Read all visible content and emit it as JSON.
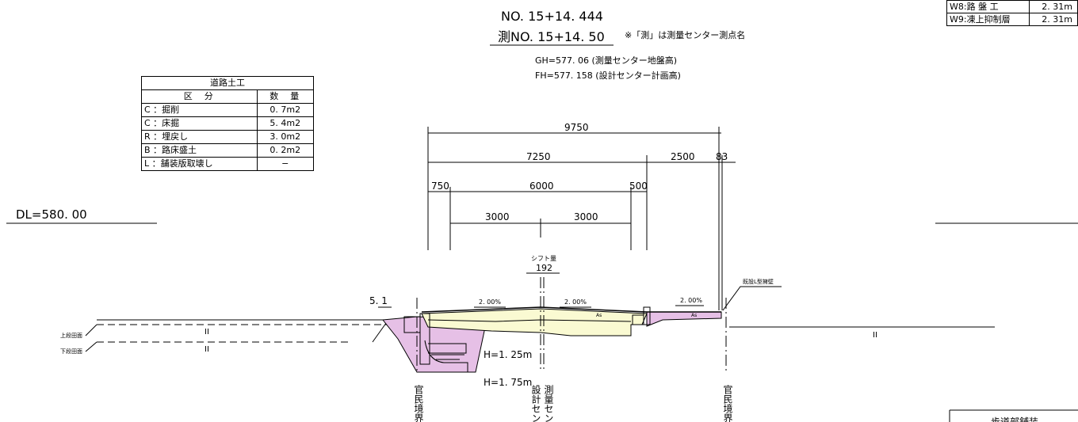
{
  "header": {
    "station": "NO. 15+14. 444",
    "survey_station": "測NO. 15+14. 50",
    "survey_note": "※「測」は測量センター測点名",
    "gh": "GH=577. 06 (測量センター地盤高)",
    "fh": "FH=577. 158 (設計センター計画高)"
  },
  "datum_label": "DL=580. 00",
  "road_table": {
    "title": "道路土工",
    "col_section": "区　分",
    "col_qty": "数　量",
    "rows": [
      {
        "section": "C ：掘削",
        "qty": "0. 7m2"
      },
      {
        "section": "C ：床掘",
        "qty": "5. 4m2"
      },
      {
        "section": "R ：埋戻し",
        "qty": "3. 0m2"
      },
      {
        "section": "B ：路床盛土",
        "qty": "0. 2m2"
      },
      {
        "section": "L ：舗装版取壊し",
        "qty": "−"
      }
    ]
  },
  "pavement_table": {
    "rows": [
      {
        "item": "W8:路 盤 工",
        "qty": "2. 31m"
      },
      {
        "item": "W9:凍上抑制層",
        "qty": "2. 31m"
      }
    ]
  },
  "dimensions": {
    "total": "9750",
    "left_part": "7250",
    "right_part": "2500",
    "edge": "83",
    "shoulder_left": "750",
    "carriageway": "6000",
    "shoulder_right": "500",
    "lane_left": "3000",
    "lane_right": "3000"
  },
  "annotations": {
    "shift_label": "シフト量",
    "shift_value": "192",
    "slope_1": "2. 00%",
    "slope_2": "2. 00%",
    "slope_3": "2. 00%",
    "wall_label": "既設L型擁壁",
    "left_height": "5. 1",
    "h1": "H=1. 25m",
    "h2": "H=1. 75m",
    "upper_field": "上段田面",
    "lower_field": "下段田面",
    "left_boundary": "官民境界",
    "right_boundary": "官民境界",
    "design_center": "設計セン",
    "survey_center": "測量セン",
    "field_mark_1": "II",
    "field_mark_2": "II",
    "field_mark_3": "II",
    "sidewalk_pavement": "歩道部舗装",
    "as_1": "As",
    "as_2": "As"
  },
  "colors": {
    "excavation_fill": "#e6c0e6",
    "pavement_fill": "#fafad2",
    "line": "#000000"
  }
}
